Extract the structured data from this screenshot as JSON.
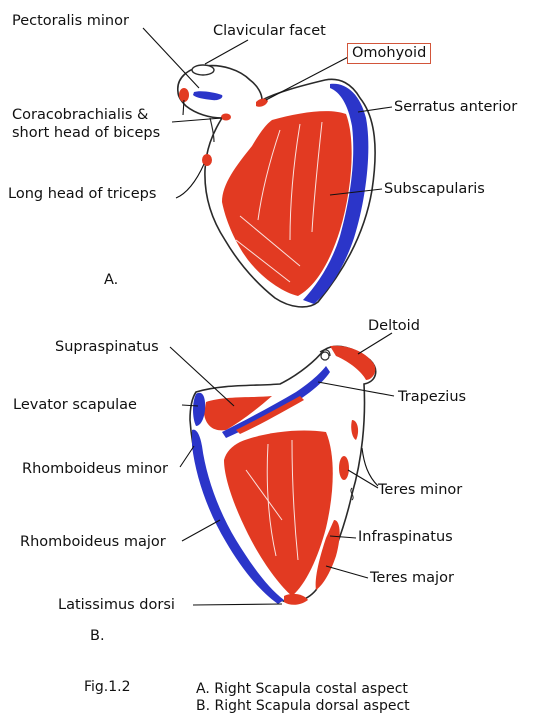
{
  "colors": {
    "muscle_origin": "#e23a22",
    "muscle_insertion": "#2b35c9",
    "bone_outline": "#2a2a2a",
    "callout_border": "#d2553a"
  },
  "figure_a": {
    "panel_label": "A.",
    "labels": {
      "pectoralis_minor": "Pectoralis minor",
      "clavicular_facet": "Clavicular facet",
      "omohyoid": "Omohyoid",
      "coracobrachialis_1": "Coracobrachialis &",
      "coracobrachialis_2": "short head of biceps",
      "serratus_anterior": "Serratus anterior",
      "long_head_triceps": "Long head of triceps",
      "subscapularis": "Subscapularis"
    }
  },
  "figure_b": {
    "panel_label": "B.",
    "labels": {
      "deltoid": "Deltoid",
      "supraspinatus": "Supraspinatus",
      "trapezius": "Trapezius",
      "levator_scapulae": "Levator scapulae",
      "rhomboideus_minor": "Rhomboideus minor",
      "teres_minor": "Teres minor",
      "infraspinatus": "Infraspinatus",
      "rhomboideus_major": "Rhomboideus major",
      "teres_major": "Teres major",
      "latissimus_dorsi": "Latissimus dorsi"
    }
  },
  "caption": {
    "fig_number": "Fig.1.2",
    "line_a": "A. Right Scapula costal aspect",
    "line_b": "B. Right Scapula dorsal aspect"
  }
}
